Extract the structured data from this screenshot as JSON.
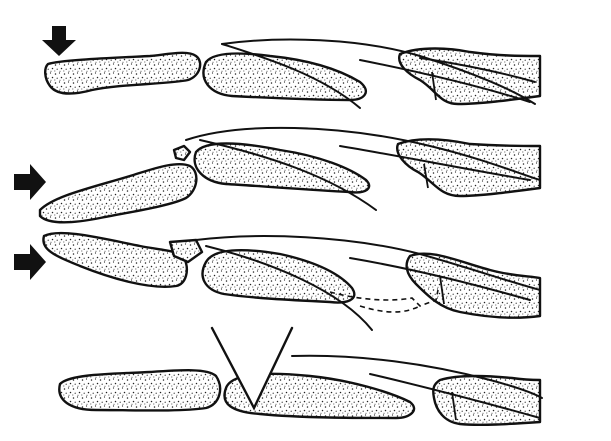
{
  "figure": {
    "description_kind": "line-illustration",
    "panels": [
      {
        "id": "panel-1",
        "force": "dorsal-load-on-tip"
      },
      {
        "id": "panel-2",
        "force": "axial-load-with-avulsion-fragment"
      },
      {
        "id": "panel-3",
        "force": "axial-load-with-fracture-fragment"
      },
      {
        "id": "panel-4",
        "force": "dorsal-load-over-joint"
      }
    ],
    "colors": {
      "ink": "#111111",
      "paper": "#ffffff",
      "stipple": "#222222"
    }
  }
}
